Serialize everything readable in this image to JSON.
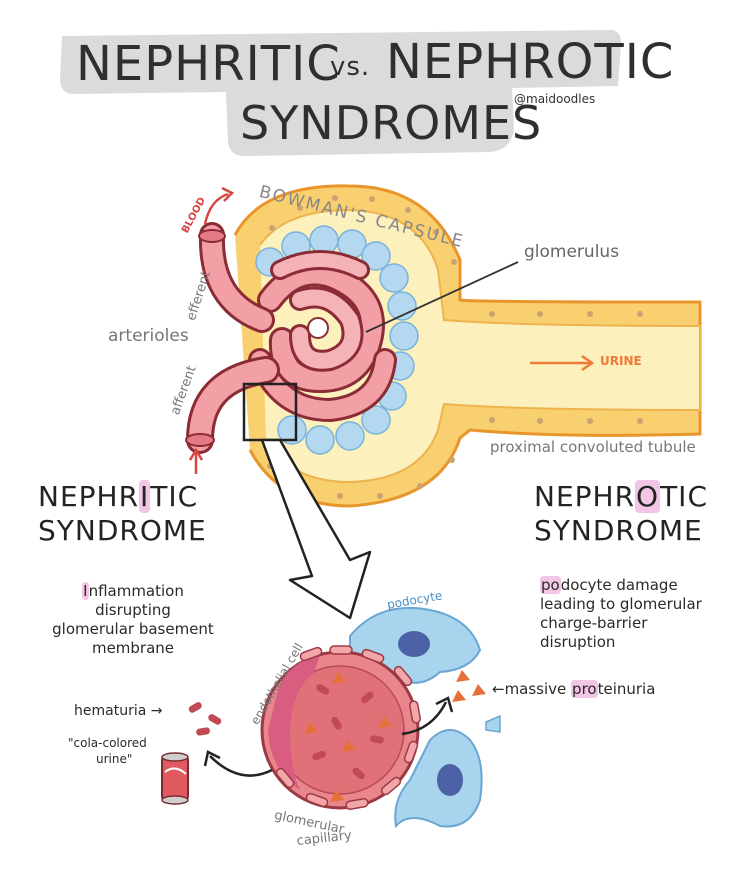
{
  "title": {
    "part1": "NEPHRITIC",
    "vs": "vs.",
    "part2": "NEPHROTIC",
    "line2": "SYNDROMES",
    "credit": "@maidoodles"
  },
  "labels": {
    "bowmans_capsule": "BOWMAN'S CAPSULE",
    "glomerulus": "glomerulus",
    "blood": "BLOOD",
    "efferent": "efferent",
    "arterioles": "arterioles",
    "afferent": "afferent",
    "urine": "URINE",
    "proximal_tubule": "proximal convoluted tubule",
    "podocyte": "podocyte",
    "endothelial_cell": "endothelial cell",
    "glomerular_capillary_1": "glomerular",
    "glomerular_capillary_2": "capillary",
    "hematuria": "hematuria →",
    "cola_1": "\"cola-colored",
    "cola_2": "urine\"",
    "proteinuria_arrow": "←massive ",
    "proteinuria_hl": "pro",
    "proteinuria_rest": "teinuria"
  },
  "nephritic": {
    "head1_a": "NEPHR",
    "head1_hl": "I",
    "head1_b": "TIC",
    "head2": "SYNDROME",
    "desc1_hl": "I",
    "desc1_rest": "nflammation",
    "desc2": "disrupting",
    "desc3": "glomerular basement",
    "desc4": "membrane"
  },
  "nephrotic": {
    "head1_a": "NEPHR",
    "head1_hl": "O",
    "head1_b": "TIC",
    "head2": "SYNDROME",
    "desc1_hl": "po",
    "desc1_rest": "docyte damage",
    "desc2": "leading to glomerular",
    "desc3": "charge-barrier",
    "desc4": "disruption"
  },
  "colors": {
    "title_bg": "#d9dbdc",
    "capsule_orange": "#f6b84a",
    "capsule_fill": "#fbeeb5",
    "podocyte_blue": "#a8d2ee",
    "vessel_pink": "#f2a0a6",
    "vessel_dark": "#8a2b35",
    "capillary_red": "#e8777d",
    "urine_orange": "#f07a3a",
    "blood_red": "#d8453f",
    "highlight": "#f2c6e4"
  }
}
